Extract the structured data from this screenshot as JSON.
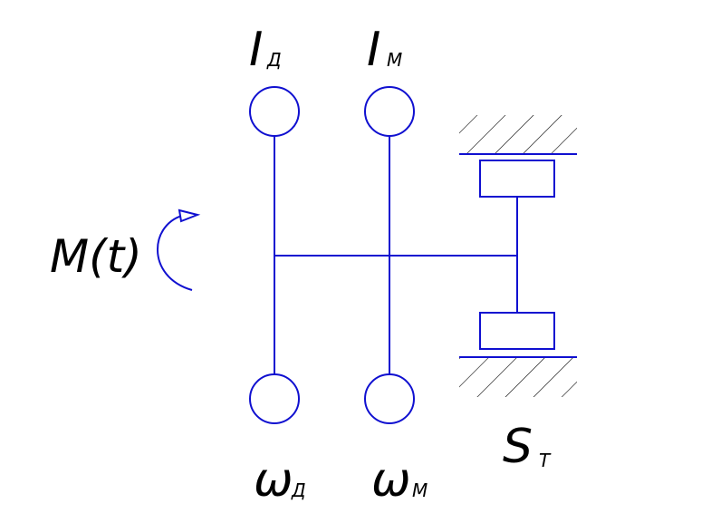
{
  "colors": {
    "line": "#1010d0",
    "text": "#000000",
    "hatch": "#000000",
    "background": "#ffffff"
  },
  "labels": {
    "inertia_d": {
      "main": "I",
      "sub": "Д"
    },
    "inertia_m": {
      "main": "I",
      "sub": "М"
    },
    "torque": "M(t)",
    "omega_d": {
      "main": "ω",
      "sub": "Д"
    },
    "omega_m": {
      "main": "ω",
      "sub": "М"
    },
    "stiffness": {
      "main": "S",
      "sub": "Т"
    }
  }
}
